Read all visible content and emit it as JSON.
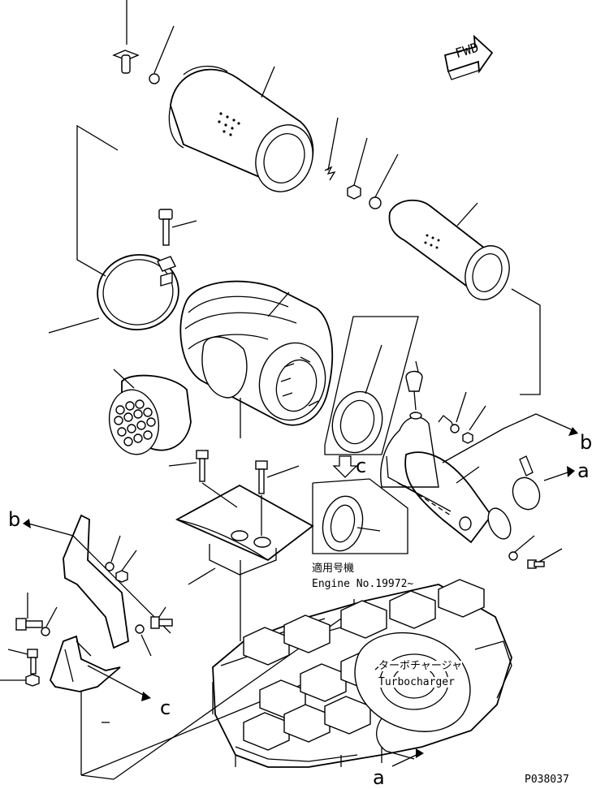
{
  "direction_arrow": {
    "text": "FWD"
  },
  "callouts": {
    "a1": "a",
    "a2": "a",
    "b1": "b",
    "b2": "b",
    "c1": "c",
    "c2": "c"
  },
  "engine_note": {
    "jp": "適用号機",
    "en": "Engine No.19972~"
  },
  "turbo_note": {
    "jp": "ターボチャージャ",
    "en": "Turbocharger"
  },
  "drawing_id": "P038037"
}
